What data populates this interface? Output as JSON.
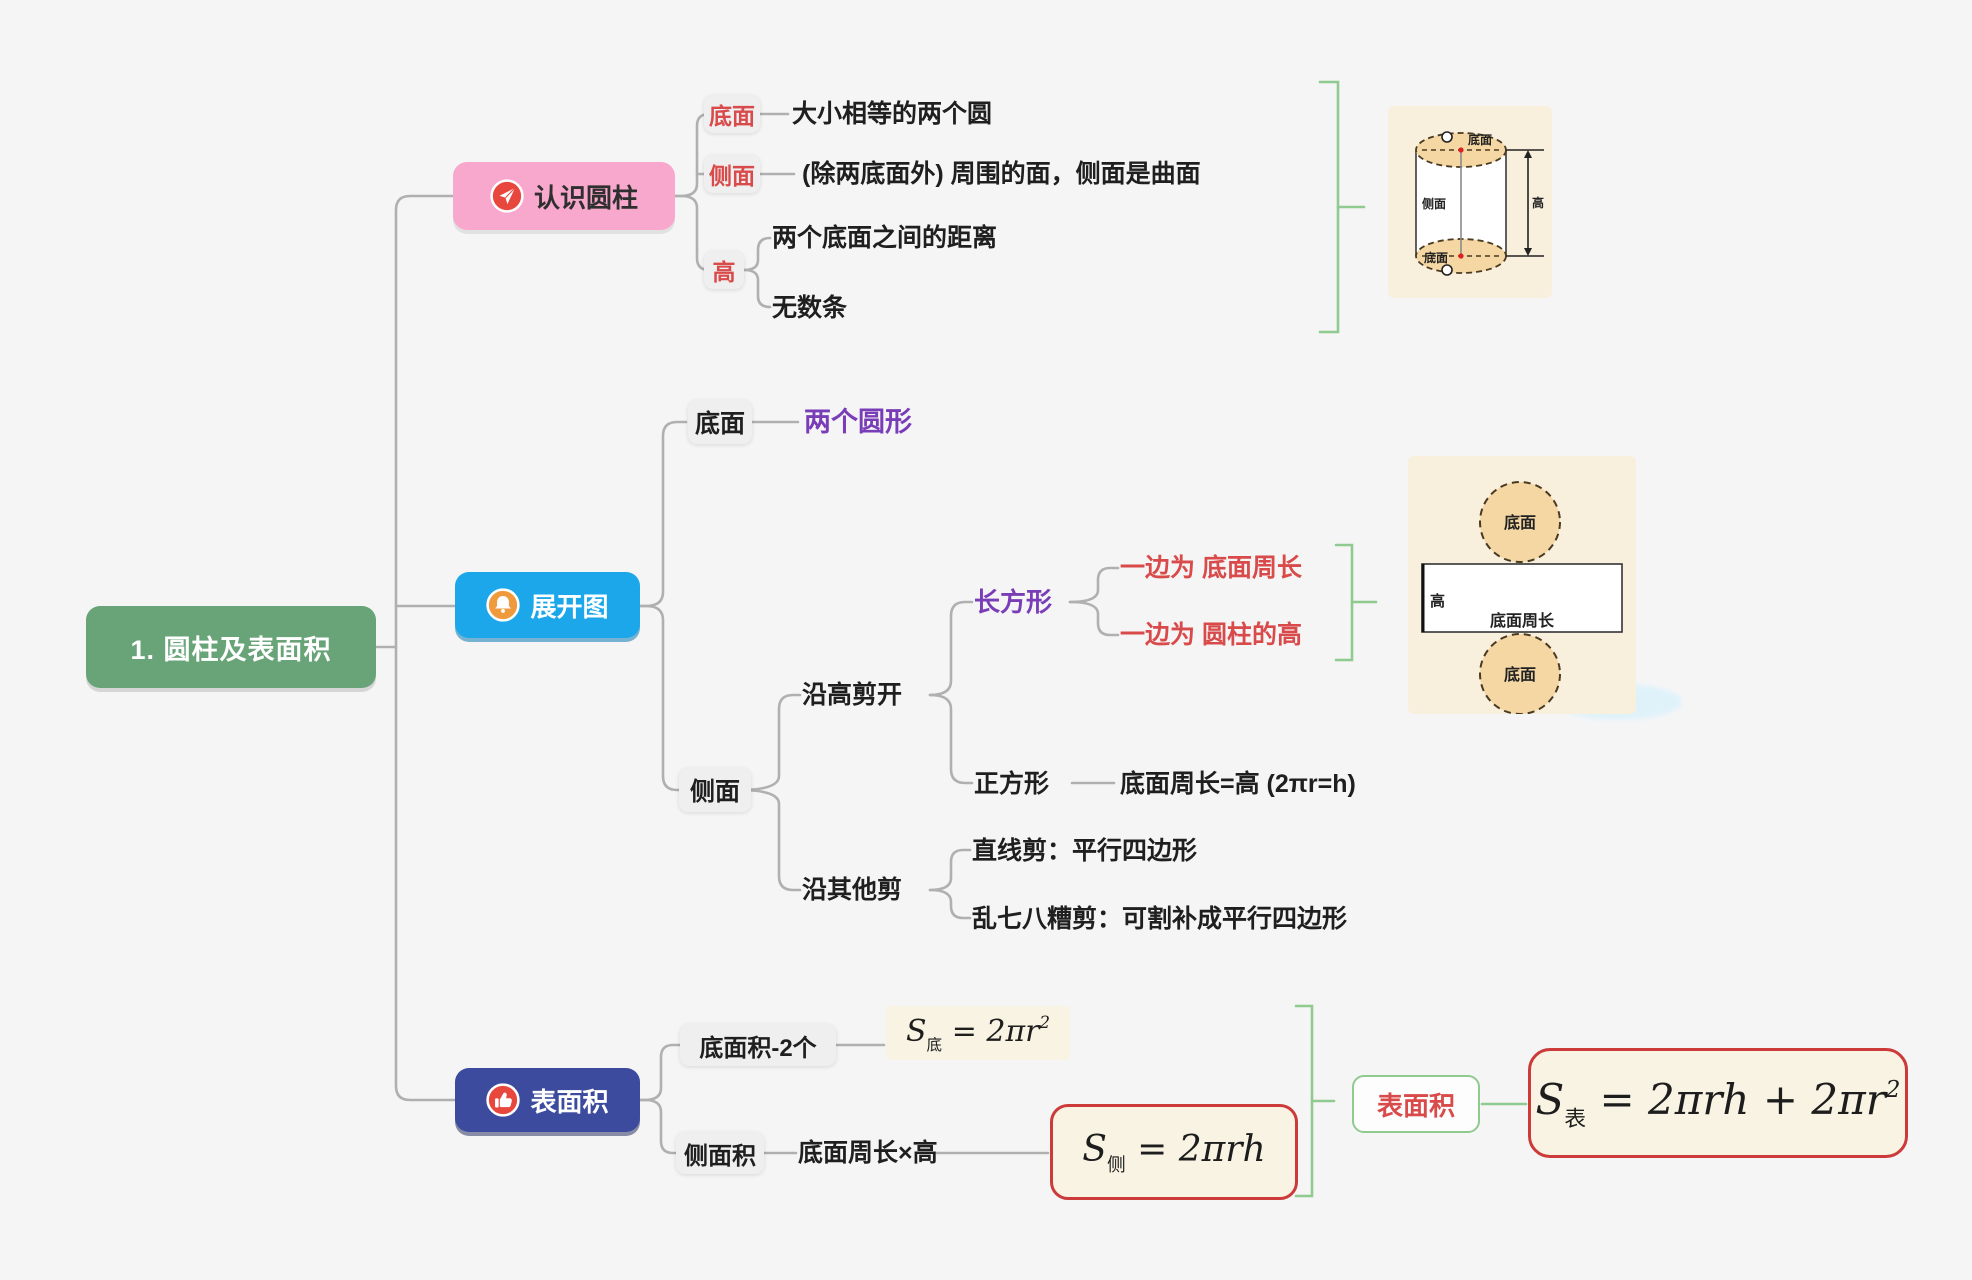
{
  "colors": {
    "canvas_bg": "#f5f5f6",
    "root_bg": "#68a478",
    "branch_know_bg": "#f8a8cc",
    "branch_unfold_bg": "#1ba7ea",
    "branch_surface_bg": "#3c4b9e",
    "red_text": "#d94a4a",
    "purple_text": "#7a3db8",
    "bracket_green": "#8fcb8f",
    "wire_gray": "#b0b0b0",
    "chip_bg": "#efeff0",
    "formula_bg": "#f8f3e2",
    "formula_border": "#cc3a3a",
    "figure_bg": "#f8efdc",
    "figure_circle": "#f5d7a4"
  },
  "root": {
    "label": "1. 圆柱及表面积"
  },
  "know": {
    "label": "认识圆柱",
    "icon": "dart-icon",
    "base_label": "底面",
    "base_desc": "大小相等的两个圆",
    "side_label": "侧面",
    "side_desc": "(除两底面外) 周围的面，侧面是曲面",
    "height_label": "高",
    "height_item1": "两个底面之间的距离",
    "height_item2": "无数条",
    "figure": {
      "top_label": "底面",
      "side_label": "侧面",
      "bottom_label": "底面",
      "height_label": "高"
    }
  },
  "unfold": {
    "label": "展开图",
    "icon": "bell-icon",
    "base_label": "底面",
    "base_desc": "两个圆形",
    "side_label": "侧面",
    "cut_height_label": "沿高剪开",
    "rect_label": "长方形",
    "rect_item1": "一边为 底面周长",
    "rect_item2": "一边为 圆柱的高",
    "square_label": "正方形",
    "square_desc": "底面周长=高  (2πr=h)",
    "cut_other_label": "沿其他剪",
    "cut_other_item1": "直线剪：平行四边形",
    "cut_other_item2": "乱七八糟剪：可割补成平行四边形",
    "figure": {
      "top_circle": "底面",
      "rect_height": "高",
      "rect_width": "底面周长",
      "bottom_circle": "底面"
    }
  },
  "surface": {
    "label": "表面积",
    "icon": "thumbs-up-icon",
    "base_label": "底面积-2个",
    "base_formula": {
      "s": "S",
      "sub": "底",
      "body": " = 2πr",
      "sup": "2"
    },
    "side_label": "侧面积",
    "side_desc": "底面周长×高",
    "side_formula": {
      "s": "S",
      "sub": "侧",
      "body": " = 2πrh"
    },
    "total_label": "表面积",
    "total_formula": {
      "s": "S",
      "sub": "表",
      "body": " = 2πrh + 2πr",
      "sup": "2"
    }
  }
}
